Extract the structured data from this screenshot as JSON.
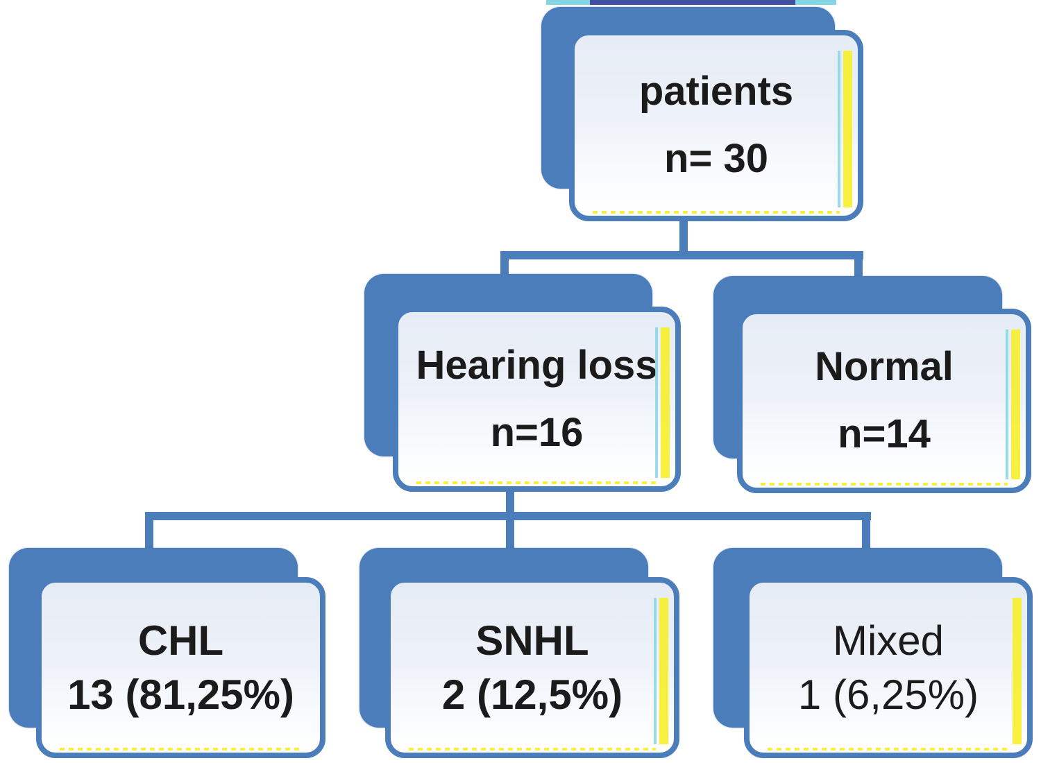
{
  "figure": {
    "type": "flowchart",
    "description": "Patient hearing study breakdown diagram",
    "nodes": {
      "patients": {
        "label": "patients",
        "value": "n= 30"
      },
      "hearing_loss": {
        "label": "Hearing loss",
        "value": "n=16"
      },
      "normal": {
        "label": "Normal",
        "value": "n=14"
      },
      "chl": {
        "label": "CHL",
        "value": "13 (81,25%)"
      },
      "snhl": {
        "label": "SNHL",
        "value": "2 (12,5%)"
      },
      "mixed": {
        "label": "Mixed",
        "value": "1 (6,25%)"
      }
    },
    "edges": [
      {
        "from": "patients",
        "to": "hearing_loss"
      },
      {
        "from": "patients",
        "to": "normal"
      },
      {
        "from": "hearing_loss",
        "to": "chl"
      },
      {
        "from": "hearing_loss",
        "to": "snhl"
      },
      {
        "from": "hearing_loss",
        "to": "mixed"
      }
    ],
    "colors": {
      "box_blue": "#4a7db9",
      "box_fill_light": "#edf1f8",
      "text": "#1b1b1b",
      "artifact_yellow": "#f6ee2a",
      "artifact_cyan": "#85d6e3",
      "artifact_navy": "#3f51a0"
    }
  }
}
